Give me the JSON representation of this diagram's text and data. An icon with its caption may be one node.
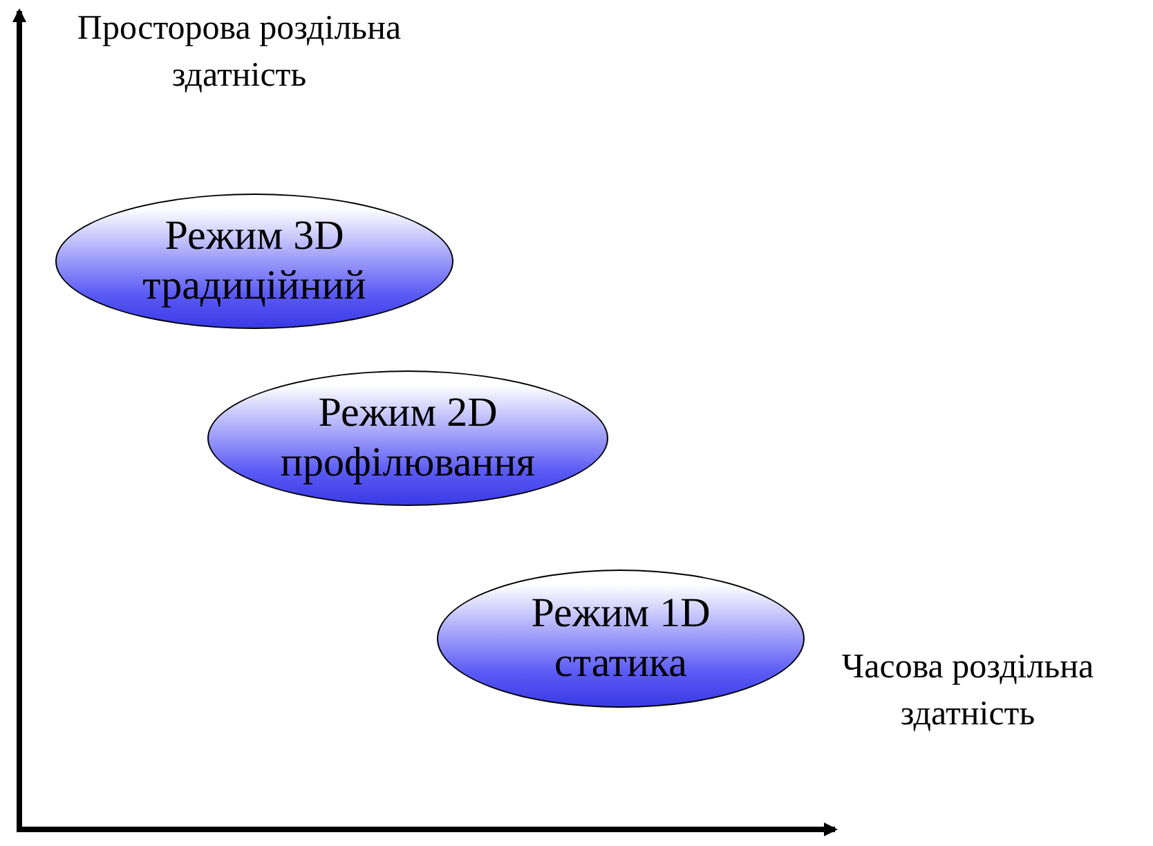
{
  "diagram": {
    "nodes": [
      {
        "text": [
          "Режим 3D традиційний"
        ]
      },
      {
        "text": [
          "Режим 2D профілювання"
        ]
      },
      {
        "text": [
          "Режим 1D статика"
        ]
      }
    ],
    "labels": [
      "Просторова роздільна здатність",
      "Часова роздільна здатність"
    ]
  }
}
